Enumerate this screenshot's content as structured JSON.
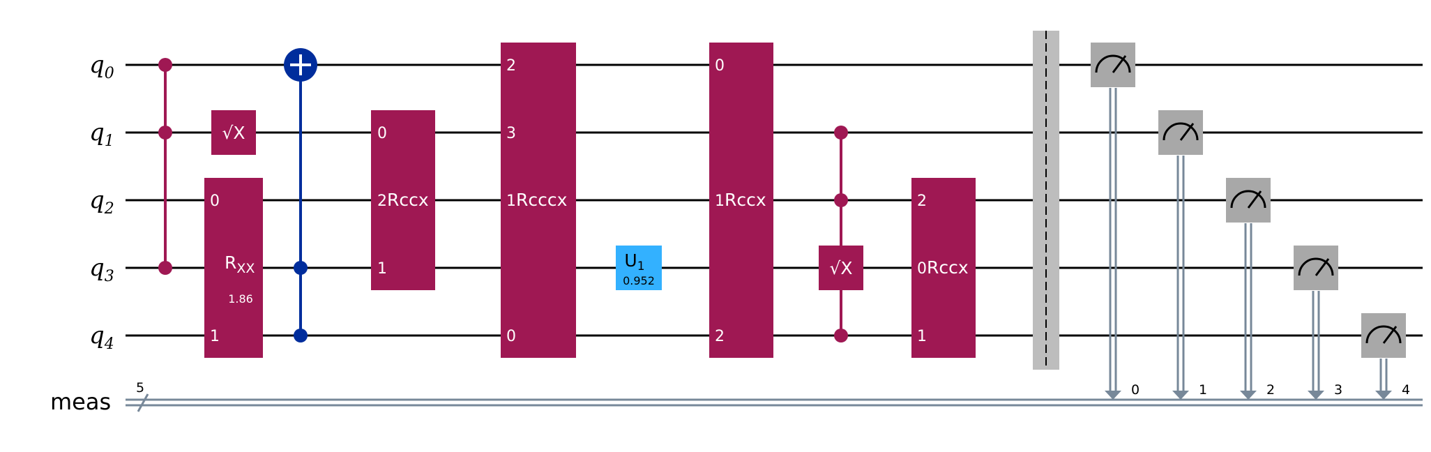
{
  "qubits": [
    {
      "name": "q",
      "index": "0"
    },
    {
      "name": "q",
      "index": "1"
    },
    {
      "name": "q",
      "index": "2"
    },
    {
      "name": "q",
      "index": "3"
    },
    {
      "name": "q",
      "index": "4"
    }
  ],
  "classical": {
    "name": "meas",
    "size": "5"
  },
  "colors": {
    "multi_gate": "#9f1853",
    "cx": "#002d9c",
    "u_gate": "#33b1ff",
    "measure": "#a8a8a8",
    "classical_wire": "#778899",
    "barrier": "#bdbdbd"
  },
  "gates": {
    "ccz": {
      "kind": "controlled-z",
      "qubits": [
        "q0",
        "q1",
        "q3"
      ]
    },
    "sx1": {
      "label": "√X",
      "target": "q1"
    },
    "rxx": {
      "label": "R",
      "sub": "XX",
      "param": "1.86",
      "ports": [
        "0",
        "1"
      ]
    },
    "cx": {
      "kind": "controlled-x",
      "target": "q0",
      "controls": [
        "q3",
        "q4"
      ]
    },
    "rccx1": {
      "label": "Rccx",
      "ports": [
        "0",
        "2",
        "1"
      ]
    },
    "rcccx": {
      "label": "Rcccx",
      "ports": [
        "2",
        "3",
        "1",
        "0"
      ]
    },
    "u1": {
      "label": "U",
      "sub": "1",
      "param": "0.952"
    },
    "rccx2": {
      "label": "Rccx",
      "ports": [
        "0",
        "1",
        "2"
      ]
    },
    "csx": {
      "label": "√X",
      "target": "q3",
      "controls": [
        "q1",
        "q2",
        "q4"
      ]
    },
    "rccx3": {
      "label": "Rccx",
      "ports": [
        "2",
        "0",
        "1"
      ]
    }
  },
  "measurements": [
    {
      "qubit": "q0",
      "bit": "0"
    },
    {
      "qubit": "q1",
      "bit": "1"
    },
    {
      "qubit": "q2",
      "bit": "2"
    },
    {
      "qubit": "q3",
      "bit": "3"
    },
    {
      "qubit": "q4",
      "bit": "4"
    }
  ]
}
